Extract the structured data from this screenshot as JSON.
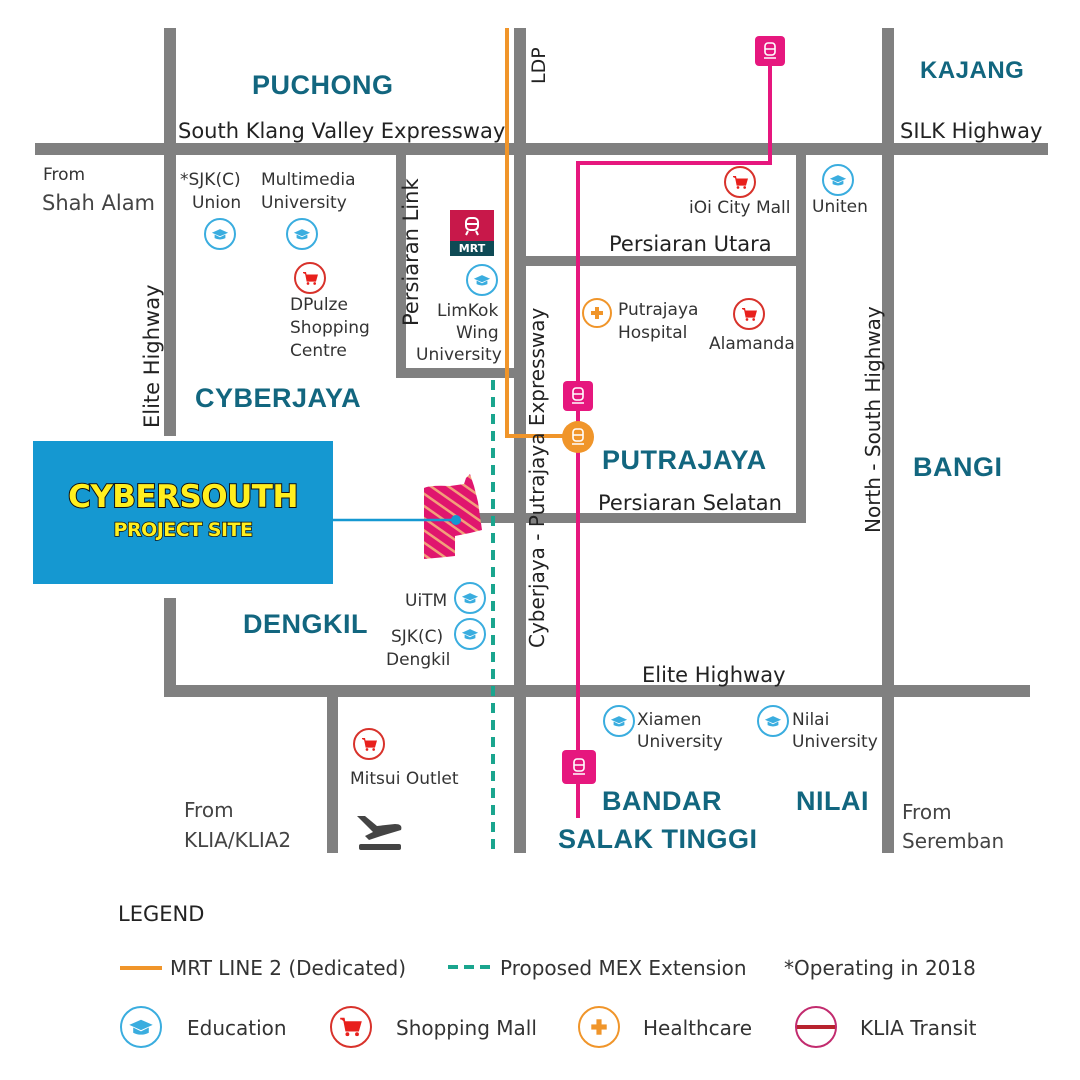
{
  "towns": {
    "puchong": "PUCHONG",
    "kajang": "KAJANG",
    "cyberjaya": "CYBERJAYA",
    "putrajaya": "PUTRAJAYA",
    "bangi": "BANGI",
    "dengkil": "DENGKIL",
    "bandar": "BANDAR",
    "salak_tinggi": "SALAK TINGGI",
    "nilai": "NILAI"
  },
  "roads": {
    "skve": "South Klang Valley Expressway",
    "silk": "SILK Highway",
    "ldp": "LDP",
    "persiaran_link": "Persiaran Link",
    "persiaran_utara": "Persiaran Utara",
    "persiaran_selatan": "Persiaran Selatan",
    "cyberjaya_putrajaya_expressway": "Cyberjaya - Putrajaya Expressway",
    "north_south_highway": "North - South Highway",
    "elite_highway_west": "Elite Highway",
    "elite_highway_south": "Elite Highway"
  },
  "origins": {
    "shah_alam_from": "From",
    "shah_alam": "Shah Alam",
    "klia_from": "From",
    "klia": "KLIA/KLIA2",
    "seremban_from": "From",
    "seremban": "Seremban"
  },
  "places": {
    "sjkc_union_1": "*SJK(C)",
    "sjkc_union_2": "Union",
    "mmu_1": "Multimedia",
    "mmu_2": "University",
    "dpulze_1": "DPulze",
    "dpulze_2": "Shopping",
    "dpulze_3": "Centre",
    "limkokwing_1": "LimKok",
    "limkokwing_2": "Wing",
    "limkokwing_3": "University",
    "mrt_badge": "MRT",
    "ioi": "iOi City Mall",
    "uniten": "Uniten",
    "putrajaya_hospital_1": "Putrajaya",
    "putrajaya_hospital_2": "Hospital",
    "alamanda": "Alamanda",
    "uitm": "UiTM",
    "sjkc_dengkil_1": "SJK(C)",
    "sjkc_dengkil_2": "Dengkil",
    "mitsui": "Mitsui Outlet",
    "xiamen_1": "Xiamen",
    "xiamen_2": "University",
    "nilai_uni_1": "Nilai",
    "nilai_uni_2": "University"
  },
  "callout": {
    "title": "CYBERSOUTH",
    "subtitle": "PROJECT SITE"
  },
  "legend": {
    "title": "LEGEND",
    "mrt_line": "MRT LINE 2 (Dedicated)",
    "mex": "Proposed MEX Extension",
    "operating_note": "*Operating in 2018",
    "education": "Education",
    "shopping": "Shopping Mall",
    "healthcare": "Healthcare",
    "klia_transit": "KLIA Transit"
  },
  "colors": {
    "road": "#808080",
    "mrt_line": "#f0952a",
    "klia_transit": "#e6177e",
    "mex": "#1aa58e",
    "town": "#12667f",
    "education": "#3aaddf",
    "shopping": "#d8322b",
    "healthcare": "#f0952a",
    "callout_bg": "#1598d1",
    "callout_text": "#ffef1e"
  }
}
